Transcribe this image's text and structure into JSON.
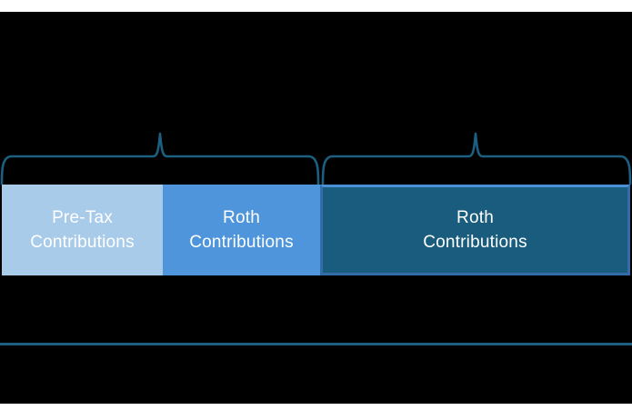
{
  "diagram": {
    "description": "Contribution split diagram with two overbraces above a three-segment bar and a horizontal divider line below",
    "colors": {
      "page_background": "#FFFFFF",
      "panel_background": "#000000",
      "brace_stroke": "#1D5F80",
      "divider_line": "#1D5F80",
      "segment_pretax_fill": "#A8CBEA",
      "segment_roth_inplan_fill": "#4E95DB",
      "segment_roth_outside_fill": "#1A5C7E",
      "segment_roth_outside_border": "#336DA9",
      "label_text": "#FFFFFF"
    },
    "bar": {
      "segments": [
        {
          "id": "pretax",
          "line1": "Pre-Tax",
          "line2": "Contributions",
          "fill": "#A8CBEA"
        },
        {
          "id": "roth-inplan",
          "line1": "Roth",
          "line2": "Contributions",
          "fill": "#4E95DB"
        },
        {
          "id": "roth-outside",
          "line1": "Roth",
          "line2": "Contributions",
          "fill": "#1A5C7E"
        }
      ]
    },
    "braces": {
      "left": {
        "spans_segments": [
          "pretax",
          "roth-inplan"
        ],
        "label": ""
      },
      "right": {
        "spans_segments": [
          "roth-outside"
        ],
        "label": ""
      }
    }
  }
}
